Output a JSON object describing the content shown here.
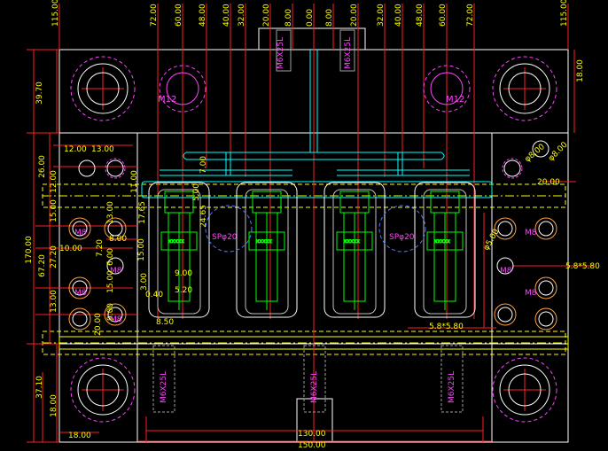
{
  "top_dims": [
    "115.00",
    "72.00",
    "60.00",
    "48.00",
    "40.00",
    "32.00",
    "20.00",
    "8.00",
    "0.00",
    "8.00",
    "20.00",
    "32.00",
    "40.00",
    "48.00",
    "60.00",
    "72.00",
    "115.00"
  ],
  "left_dims": {
    "d3970": "39.70",
    "d170": "170.00",
    "d6720": "67.20",
    "d2720": "27.20",
    "d1500a": "15.00",
    "d1300a": "13.00",
    "d2600": "26.00",
    "d1200a": "12.00",
    "d3710": "37.10",
    "d1800a": "18.00",
    "d1800b": "18.00"
  },
  "inner_dims": {
    "d1200": "12.00",
    "d1300": "13.00",
    "d1100": "11.00",
    "d1765": "17.65",
    "d2465": "24.65",
    "d700": "7.00",
    "d500": "5.00",
    "d800": "8.00",
    "d1500": "15.00",
    "d1500b": "15.00",
    "d900": "9.00",
    "d300": "3.00",
    "d040": "0.40",
    "d520": "5.20",
    "d850": "8.50",
    "d1000": "10.00",
    "d720": "7.20",
    "d1300b": "13.00",
    "d900b": "9.00",
    "d2000": "20.00",
    "d580a": "5.8*5.80",
    "d580b": "5.8*5.80",
    "d2000r": "20.00",
    "d1800r": "18.00",
    "d600": "6.00",
    "phi8a": "φ8.00",
    "phi8b": "φ8.00",
    "phi5": "φ5.00"
  },
  "bottom_dims": {
    "d130": "130.00",
    "d150": "150.00"
  },
  "labels": {
    "m12a": "M12",
    "m12b": "M12",
    "spa": "SPφ20",
    "spb": "SPφ20",
    "m6a": "M6X25L",
    "m6b": "M6X25L",
    "m6c": "M6X25L",
    "mtop1": "M6X25L",
    "mtop2": "M6X25L",
    "small": "M8",
    "green": "xxxxx"
  }
}
